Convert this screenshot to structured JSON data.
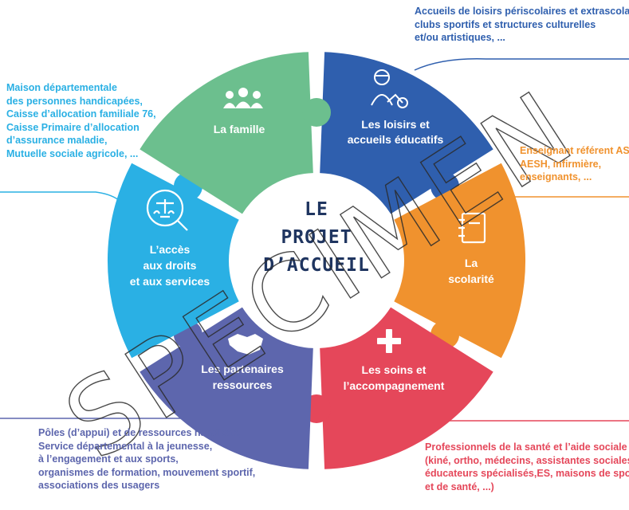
{
  "center": {
    "line1": "LE",
    "line2": "PROJET",
    "line3": "D’ACCUEIL"
  },
  "segments": {
    "famille": {
      "lines": [
        "La famille"
      ],
      "color": "#6cbf8e",
      "icon": "family-icon"
    },
    "loisirs": {
      "lines": [
        "Les loisirs et",
        "accueils éducatifs"
      ],
      "color": "#2f5fae",
      "icon": "cyclist-icon"
    },
    "scolarite": {
      "lines": [
        "La",
        "scolarité"
      ],
      "color": "#f0922e",
      "icon": "notebook-icon"
    },
    "soins": {
      "lines": [
        "Les soins et",
        "l’accompagnement"
      ],
      "color": "#e5475a",
      "icon": "cross-icon"
    },
    "partenaires": {
      "lines": [
        "Les partenaires",
        "ressources"
      ],
      "color": "#5d66ad",
      "icon": "handshake-icon"
    },
    "acces": {
      "lines": [
        "L’accès",
        "aux droits",
        "et aux services"
      ],
      "color": "#2ab0e4",
      "icon": "justice-scale-icon"
    }
  },
  "notes": {
    "top_right": {
      "color": "#2f5fae",
      "lines": [
        "Accueils de loisirs périscolaires et extrascolaires,",
        "clubs sportifs et structures culturelles",
        "et/ou artistiques, ..."
      ]
    },
    "left": {
      "color": "#2ab0e4",
      "lines": [
        "Maison départementale",
        "des personnes handicapées,",
        "Caisse d’allocation familiale 76,",
        "Caisse Primaire d’allocation",
        "d’assurance maladie,",
        "Mutuelle sociale agricole, ..."
      ]
    },
    "right": {
      "color": "#f0922e",
      "lines": [
        "Enseignant référent ASH,",
        "AESH, infirmière,",
        "enseignants, ..."
      ]
    },
    "bottom_left": {
      "color": "#5d66ad",
      "lines": [
        "Pôles (d’appui) et de ressources handicap,",
        "Service départemental à la jeunesse,",
        "à l’engagement et aux sports,",
        "organismes de formation, mouvement sportif,",
        "associations des usagers"
      ]
    },
    "bottom_right": {
      "color": "#e5475a",
      "lines": [
        "Professionnels de la santé et l’aide sociale",
        "(kiné, ortho, médecins, assistantes sociales,",
        "éducateurs spécialisés,ES, maisons de sport",
        "et de santé, ...)"
      ]
    }
  },
  "watermark": "SPECIMEN"
}
